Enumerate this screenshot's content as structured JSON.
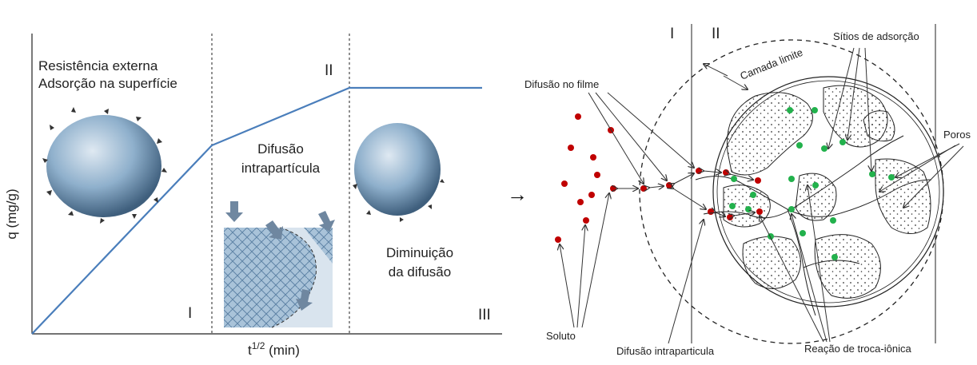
{
  "left": {
    "y_axis": "q (mg/g)",
    "x_axis_base": "t",
    "x_axis_sup": "1/2",
    "x_axis_unit": " (min)",
    "stage1_line1": "Resistência externa",
    "stage1_line2": "Adsorção na superfície",
    "stage2_line1": "Difusão",
    "stage2_line2": "intrapartícula",
    "stage3_line1": "Diminuição",
    "stage3_line2": "da difusão",
    "roman_I": "I",
    "roman_II": "II",
    "roman_III": "III"
  },
  "arrow": "→",
  "right": {
    "roman_I": "I",
    "roman_II": "II",
    "camada_limite": "Camada limite",
    "sitios": "Sítios de adsorção",
    "poros": "Poros",
    "difusao_filme": "Difusão no filme",
    "soluto": "Soluto",
    "difusao_intra": "Difusão intraparticula",
    "reacao": "Reação de troca-iônica"
  },
  "colors": {
    "curve": "#4a7ebb",
    "solute": "#c00000",
    "site": "#22b14c",
    "particle": "#8fb0cc"
  }
}
